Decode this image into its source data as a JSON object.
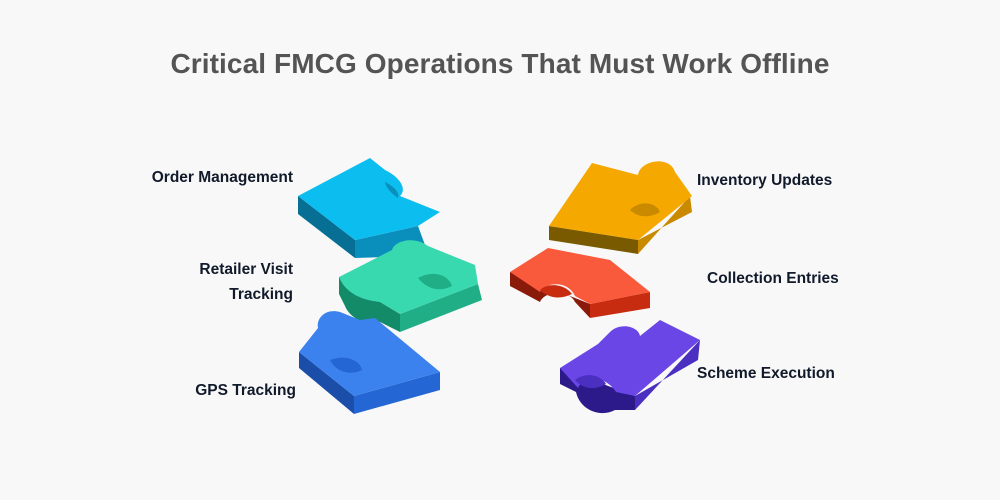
{
  "title": "Critical FMCG Operations That Must Work Offline",
  "left_items": [
    {
      "label": "Order Management",
      "color": "#0cbdef",
      "icon": "puzzle-piece-icon"
    },
    {
      "label": "Retailer Visit Tracking",
      "label_lines": [
        "Retailer Visit",
        "Tracking"
      ],
      "color": "#39d9b0",
      "icon": "puzzle-piece-icon"
    },
    {
      "label": "GPS Tracking",
      "color": "#3b82ee",
      "icon": "puzzle-piece-icon"
    }
  ],
  "right_items": [
    {
      "label": "Inventory Updates",
      "color": "#f5a800",
      "icon": "puzzle-piece-icon"
    },
    {
      "label": "Collection Entries",
      "color": "#fa5a3c",
      "icon": "puzzle-piece-icon"
    },
    {
      "label": "Scheme Execution",
      "color": "#6b46e6",
      "icon": "puzzle-piece-icon"
    }
  ]
}
